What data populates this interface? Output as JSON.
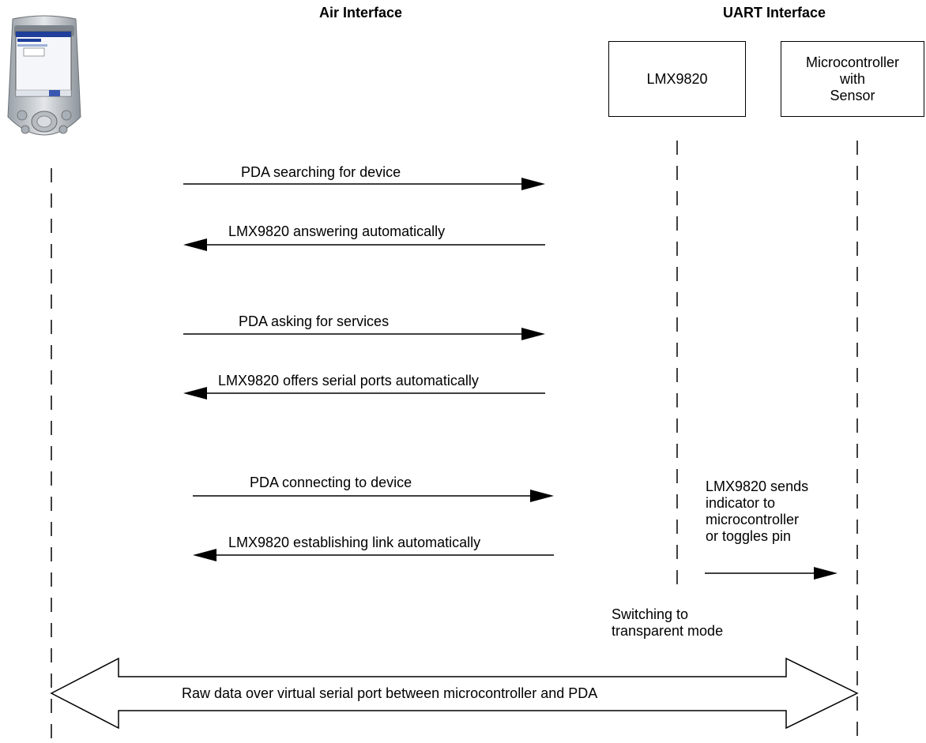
{
  "headers": {
    "air": "Air Interface",
    "uart": "UART Interface"
  },
  "participants": {
    "pda": {
      "icon": "pda-device-icon"
    },
    "lmx": {
      "label": "LMX9820"
    },
    "mcu": {
      "label": "Microcontroller\nwith\nSensor"
    }
  },
  "messages": [
    {
      "label": "PDA searching for device",
      "direction": "pda-to-lmx"
    },
    {
      "label": "LMX9820 answering automatically",
      "direction": "lmx-to-pda"
    },
    {
      "label": "PDA asking for services",
      "direction": "pda-to-lmx"
    },
    {
      "label": "LMX9820 offers serial ports automatically",
      "direction": "lmx-to-pda"
    },
    {
      "label": "PDA connecting to device",
      "direction": "pda-to-lmx"
    },
    {
      "label": "LMX9820 establishing link automatically",
      "direction": "lmx-to-pda"
    }
  ],
  "uart_message": {
    "label": "LMX9820 sends\nindicator to\nmicrocontroller\nor toggles pin",
    "direction": "lmx-to-mcu"
  },
  "note": "Switching to\ntransparent mode",
  "data_link": "Raw data over virtual serial port between microcontroller and PDA",
  "colors": {
    "line": "#000000",
    "background": "#ffffff",
    "pda_body": "#c9ced3",
    "pda_screen": "#1f3f9a"
  }
}
